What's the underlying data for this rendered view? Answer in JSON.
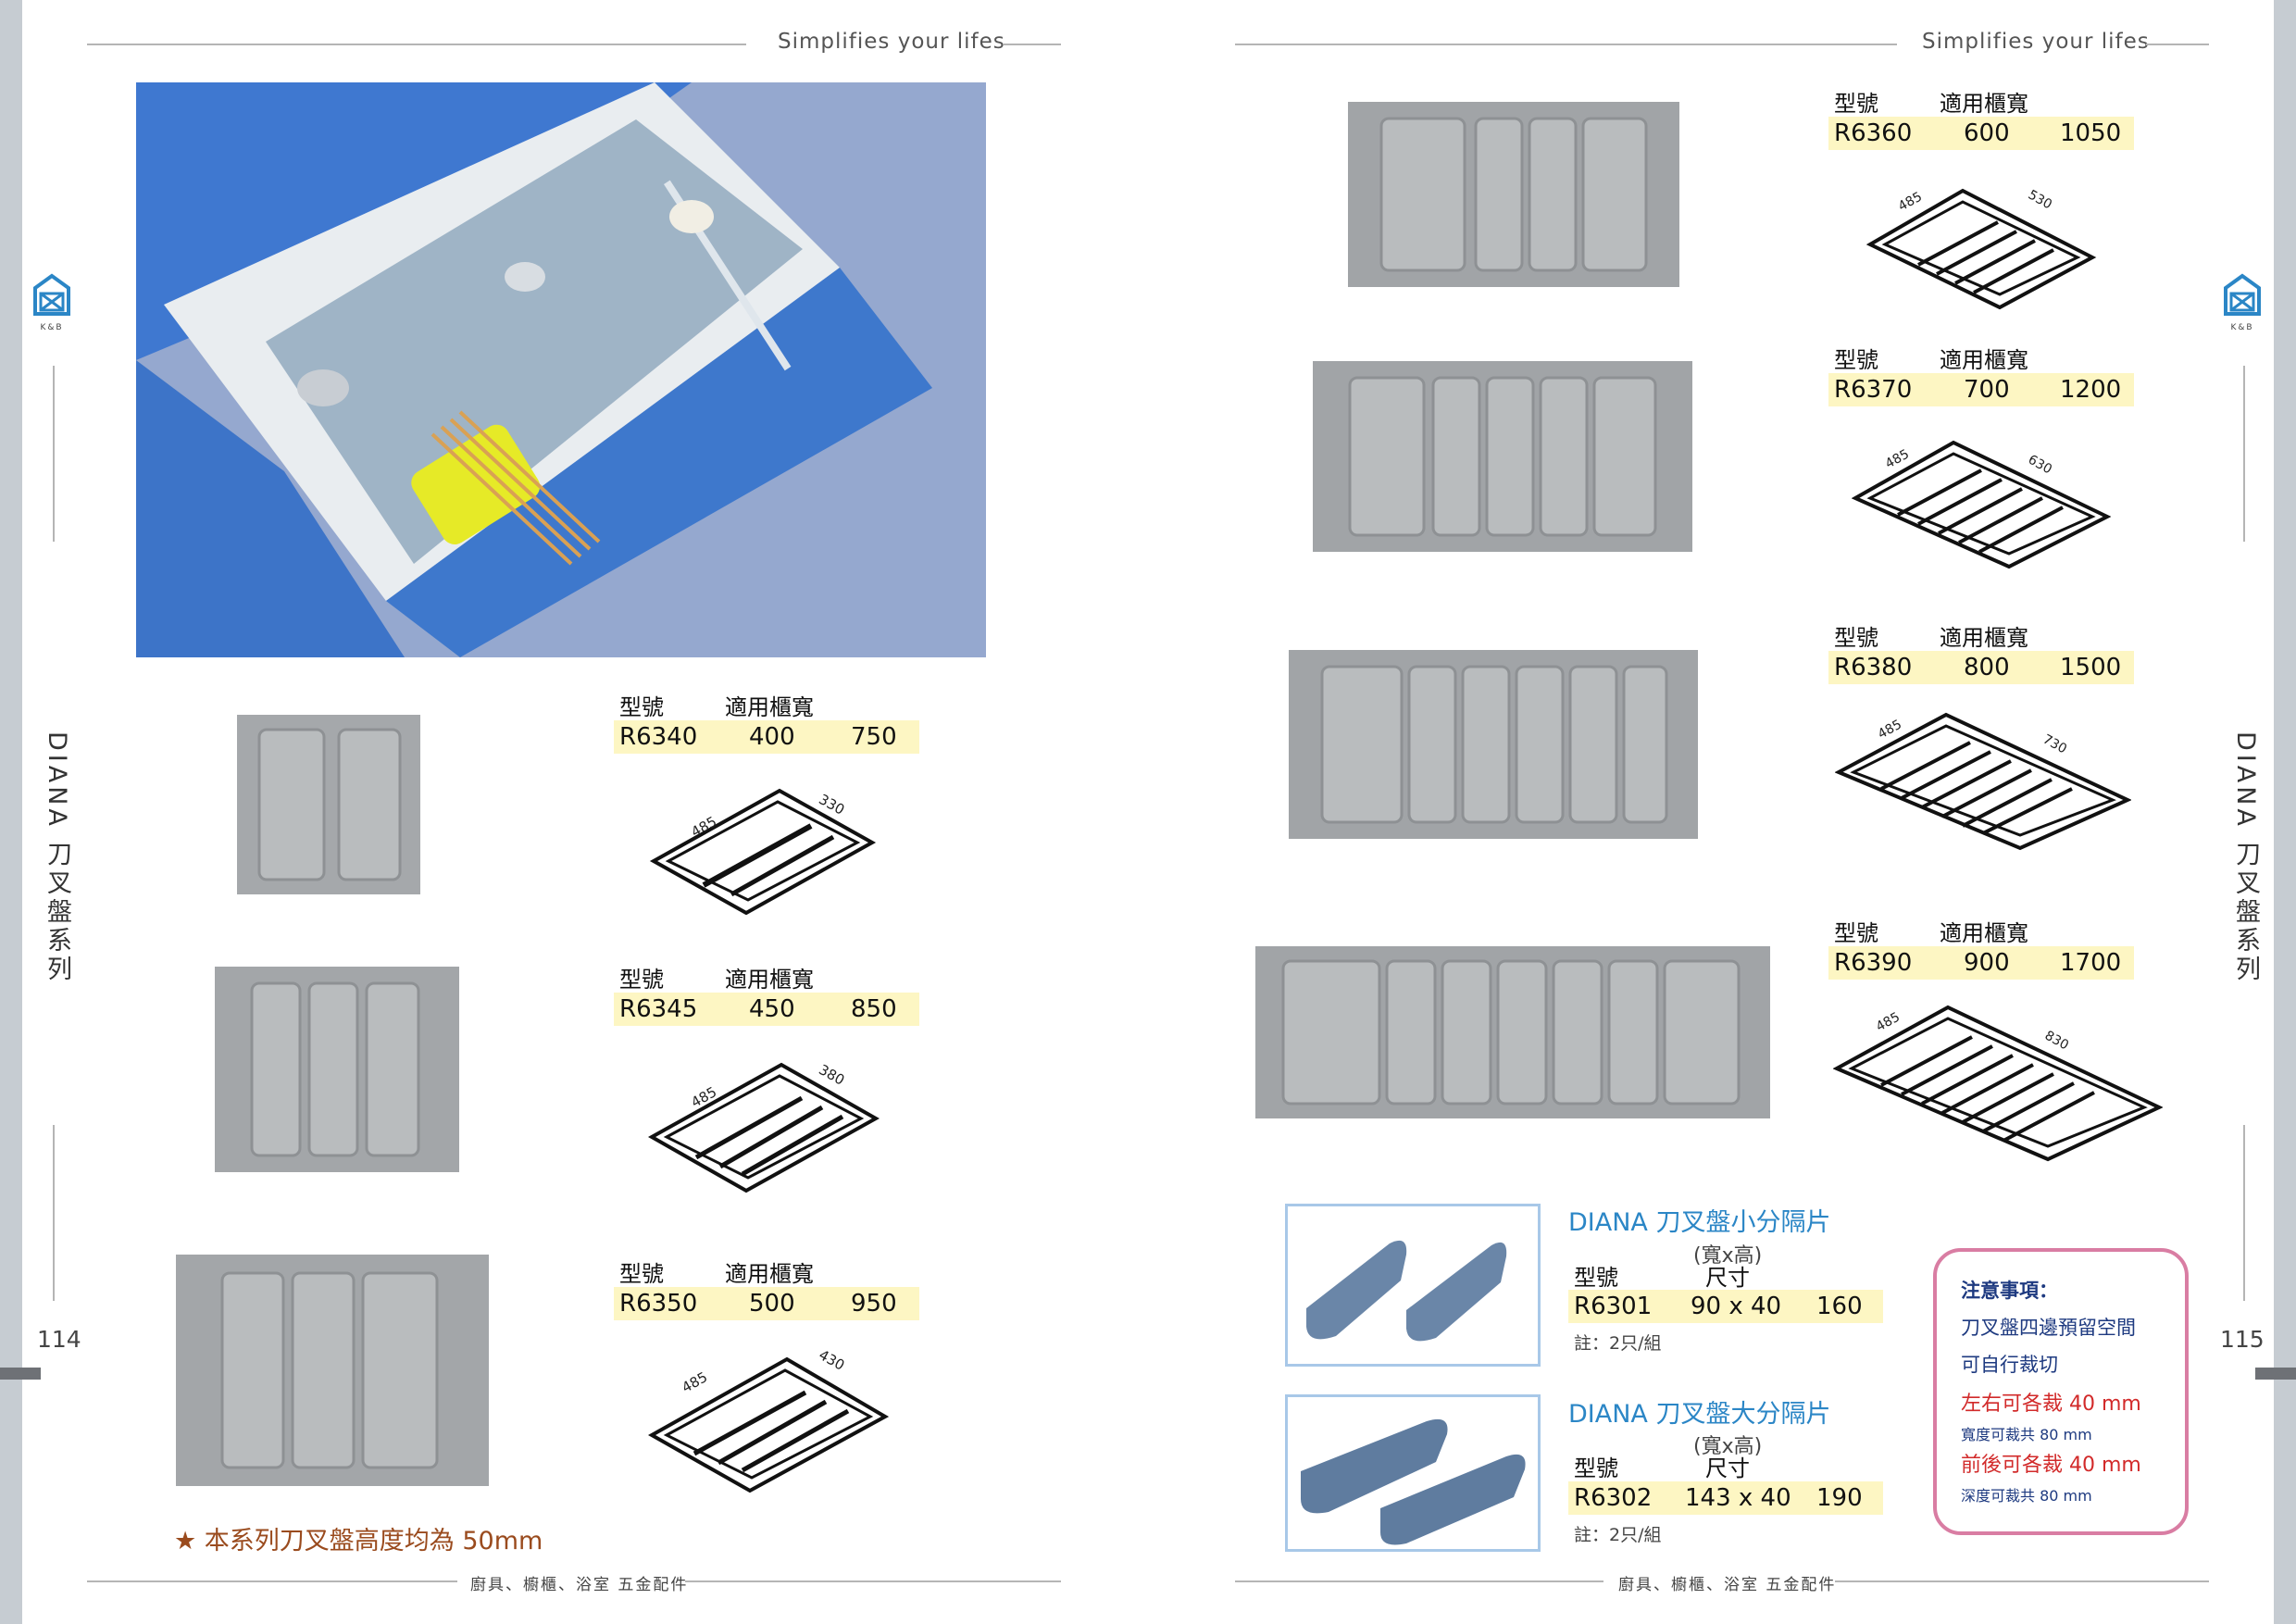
{
  "header": {
    "tagline_left": "Simplifies your lifes",
    "tagline_right": "Simplifies your lifes"
  },
  "footer": {
    "text_left": "廚具、櫥櫃、浴室 五金配件",
    "text_right": "廚具、櫥櫃、浴室 五金配件"
  },
  "pages": {
    "left_number": "114",
    "right_number": "115"
  },
  "side_title": {
    "left": "DIANA 刀叉盤系列",
    "right": "DIANA 刀叉盤系列"
  },
  "logo": {
    "text": "K&B"
  },
  "spec_labels": {
    "model": "型號",
    "cabinet_width": "適用櫃寬"
  },
  "products_left": [
    {
      "model": "R6340",
      "cabinet": "400",
      "width": "750",
      "depth_dim": "485",
      "width_dim": "330"
    },
    {
      "model": "R6345",
      "cabinet": "450",
      "width": "850",
      "depth_dim": "485",
      "width_dim": "380"
    },
    {
      "model": "R6350",
      "cabinet": "500",
      "width": "950",
      "depth_dim": "485",
      "width_dim": "430"
    }
  ],
  "products_right": [
    {
      "model": "R6360",
      "cabinet": "600",
      "width": "1050",
      "depth_dim": "485",
      "width_dim": "530"
    },
    {
      "model": "R6370",
      "cabinet": "700",
      "width": "1200",
      "depth_dim": "485",
      "width_dim": "630"
    },
    {
      "model": "R6380",
      "cabinet": "800",
      "width": "1500",
      "depth_dim": "485",
      "width_dim": "730"
    },
    {
      "model": "R6390",
      "cabinet": "900",
      "width": "1700",
      "depth_dim": "485",
      "width_dim": "830"
    }
  ],
  "dividers": [
    {
      "title": "DIANA 刀叉盤小分隔片",
      "size_label_top": "(寬x高)",
      "size_label": "尺寸",
      "model_label": "型號",
      "model": "R6301",
      "size": "90 x 40",
      "length": "160",
      "note": "註：2只/組"
    },
    {
      "title": "DIANA 刀叉盤大分隔片",
      "size_label_top": "(寬x高)",
      "size_label": "尺寸",
      "model_label": "型號",
      "model": "R6302",
      "size": "143 x 40",
      "length": "190",
      "note": "註：2只/組"
    }
  ],
  "notice": {
    "title": "注意事項：",
    "line1": "刀叉盤四邊預留空間",
    "line2": "可自行裁切",
    "line3": "左右可各裁 40 mm",
    "line4": "寬度可裁共 80 mm",
    "line5": "前後可各裁 40 mm",
    "line6": "深度可裁共 80 mm"
  },
  "bottom_note": "★ 本系列刀叉盤高度均為 50mm",
  "colors": {
    "accent_blue": "#2b86c6",
    "spec_highlight": "#fdf6c3",
    "notice_border": "#d97da3",
    "note_brown": "#9a4b1e"
  }
}
